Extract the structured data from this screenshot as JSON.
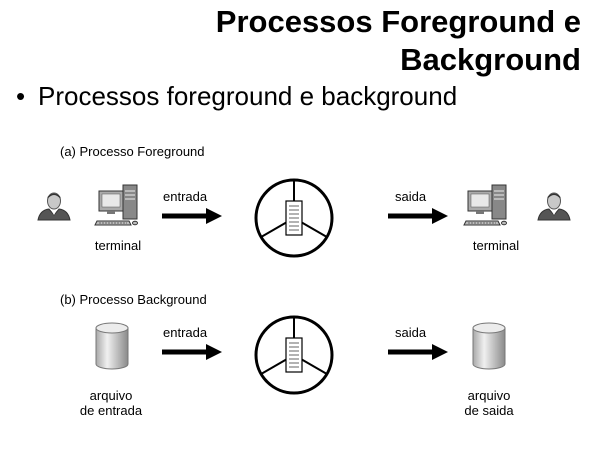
{
  "slide": {
    "title_line1": "Processos Foreground e",
    "title_line2": "Background",
    "bullet": "Processos foreground e background"
  },
  "diagram": {
    "foreground": {
      "caption": "(a) Processo Foreground",
      "input_device": "terminal",
      "output_device": "terminal",
      "in_arrow": "entrada",
      "out_arrow": "saida"
    },
    "background": {
      "caption": "(b) Processo Background",
      "input_file_line1": "arquivo",
      "input_file_line2": "de entrada",
      "output_file_line1": "arquivo",
      "output_file_line2": "de saida",
      "in_arrow": "entrada",
      "out_arrow": "saida"
    }
  },
  "icons": [
    "user-icon",
    "computer-icon",
    "process-icon",
    "document-icon",
    "cylinder-file-icon",
    "arrow-right-icon"
  ]
}
